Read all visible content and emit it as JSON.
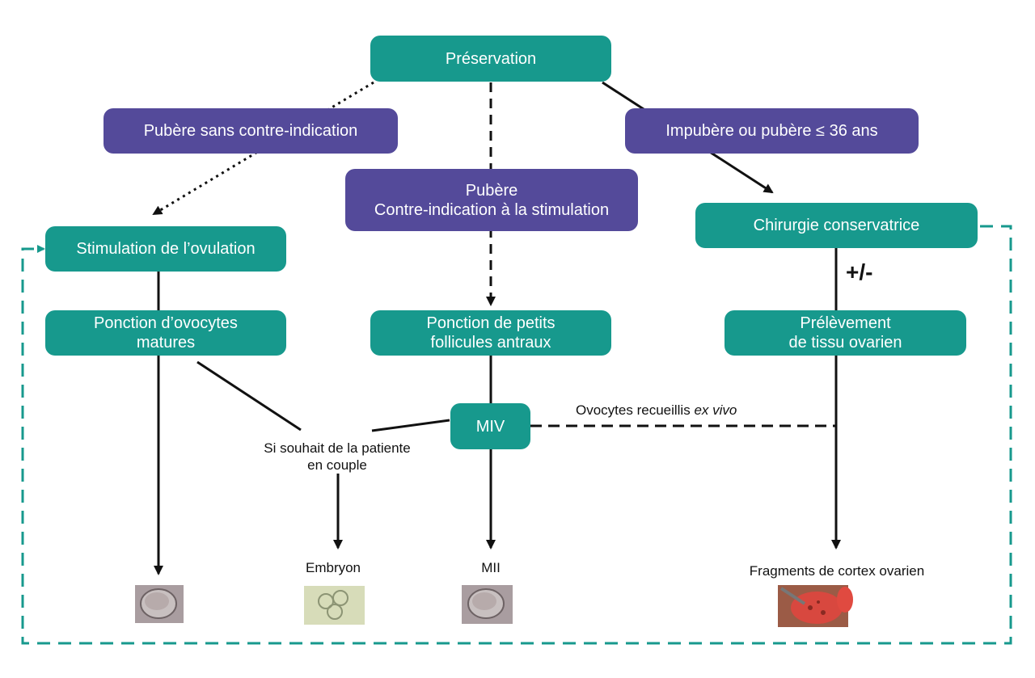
{
  "nodes": {
    "preservation": "Préservation",
    "pubere_sans": "Pubère sans contre-indication",
    "impubere": "Impubère ou pubère ≤ 36 ans",
    "pubere_ci_line1": "Pubère",
    "pubere_ci_line2": "Contre-indication à la stimulation",
    "stimulation": "Stimulation de l’ovulation",
    "chirurgie": "Chirurgie conservatrice",
    "ponction_ovo_line1": "Ponction d’ovocytes",
    "ponction_ovo_line2": "matures",
    "ponction_petits_line1": "Ponction de petits",
    "ponction_petits_line2": "follicules antraux",
    "prelevement_line1": "Prélèvement",
    "prelevement_line2": "de tissu ovarien",
    "miv": "MIV"
  },
  "labels": {
    "plus_minus": "+/-",
    "ovocytes_prefix": "Ovocytes recueillis ",
    "ovocytes_italic": "ex vivo",
    "souhait_line1": "Si souhait de la patiente",
    "souhait_line2": "en couple",
    "embryon": "Embryon",
    "mii": "MII",
    "fragments": "Fragments de cortex ovarien"
  },
  "images": {
    "oocyte_left": "mature-oocyte-photo",
    "embryo": "embryo-photo",
    "oocyte_mii": "mii-oocyte-photo",
    "cortex": "ovarian-cortex-fragments-photo"
  },
  "colors": {
    "teal": "#17998d",
    "purple": "#544a9a",
    "border_dash": "#17998d"
  }
}
